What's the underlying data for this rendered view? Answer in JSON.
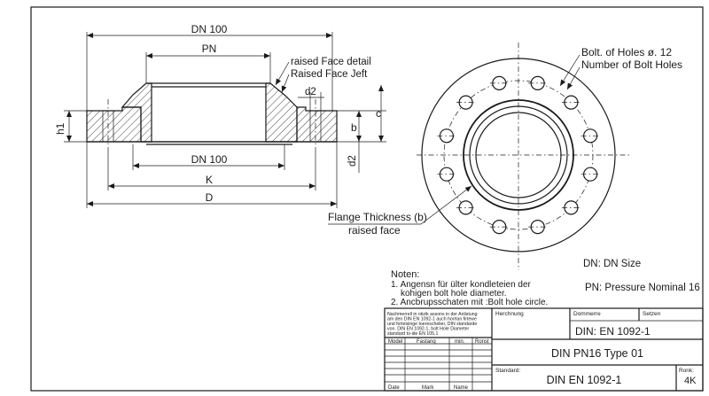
{
  "section_view": {
    "dn_top": "DN 100",
    "pn": "PN",
    "raised_detail": "raised Face detail",
    "raised_jeft": "Raised Face Jeft",
    "d2": "d2",
    "c": "c",
    "b": "b",
    "h1": "h1",
    "dn_mid": "DN 100",
    "d2_side": "d2",
    "k": "K",
    "d": "D",
    "flange_thickness": "Flange Thickness (b)",
    "raised_face": "raised face"
  },
  "front_view": {
    "bolt_holes": "Bolt. of Holes  ø. 12",
    "number_bolt_holes": "Number of Bolt Holes",
    "bolt_count": 12
  },
  "notes": {
    "title": "Noten:",
    "line1": "1. Angensn für ülter kondleteien der",
    "line1b": "kohigen bolt hole diameter.",
    "line2": "2. Ancbrupsschaten mit :Bolt hole circle."
  },
  "legend": {
    "dn": "DN: DN Size",
    "pn": "PN: Pressure Nominal 16"
  },
  "title_block": {
    "fine_print": [
      "Nachmerrell in otizik assons in der Anlistung",
      "am den DIN EN 1092-1 auch horrlan firtewe",
      "und forteisinge toereschelier, DIN standarde",
      "von. DIN EN 1092-1, bolt Hole Diameter",
      "standard to-iite EN 105.1"
    ],
    "hdr_model": "Model",
    "hdr_fastang": "Fastang",
    "hdr_min": "min.",
    "hdr_ronst": "Ronst",
    "hdr_herchnung": "Herchnung",
    "hdr_dommere": "Dommerre",
    "hdr_setzen": "Setzen",
    "std_top": "DIN: EN 1092-1",
    "title": "DIN PN16 Type 01",
    "lbl_standard": "Standard:",
    "std_bottom": "DIN EN 1092-1",
    "lbl_ronk": "Ronk:",
    "ronk": "4K",
    "ftr_date": "Date",
    "ftr_mark": "Mark",
    "ftr_name": "Name"
  }
}
